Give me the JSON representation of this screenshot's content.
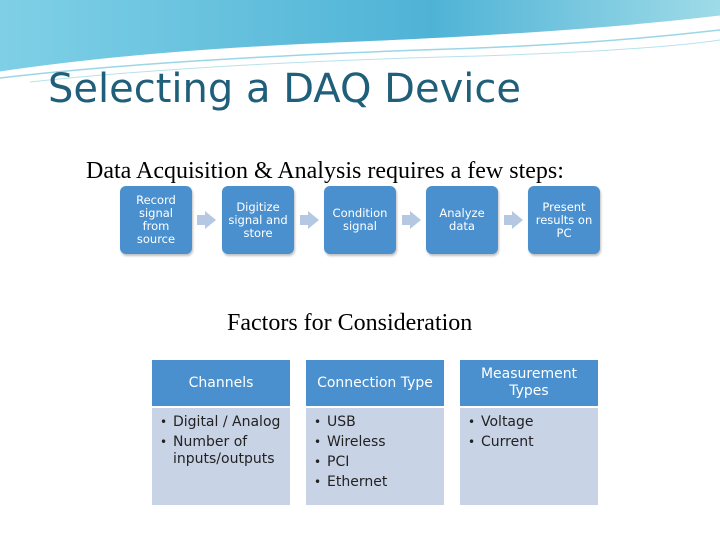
{
  "slide": {
    "title": "Selecting a DAQ Device",
    "subtitle": "Data Acquisition & Analysis requires a few steps:",
    "factors_heading": "Factors for Consideration"
  },
  "process_steps": [
    {
      "label": "Record signal from source"
    },
    {
      "label": "Digitize signal and store"
    },
    {
      "label": "Condition signal"
    },
    {
      "label": "Analyze data"
    },
    {
      "label": "Present results on PC"
    }
  ],
  "factors": [
    {
      "header": "Channels",
      "items": [
        "Digital / Analog",
        "Number of inputs/outputs"
      ]
    },
    {
      "header": "Connection Type",
      "items": [
        "USB",
        "Wireless",
        "PCI",
        "Ethernet"
      ]
    },
    {
      "header": "Measurement Types",
      "items": [
        "Voltage",
        "Current"
      ]
    }
  ],
  "colors": {
    "accent": "#4a90cf",
    "title": "#1f5f7a",
    "panel": "#c9d3e6",
    "arrow": "#b5c8e3"
  }
}
